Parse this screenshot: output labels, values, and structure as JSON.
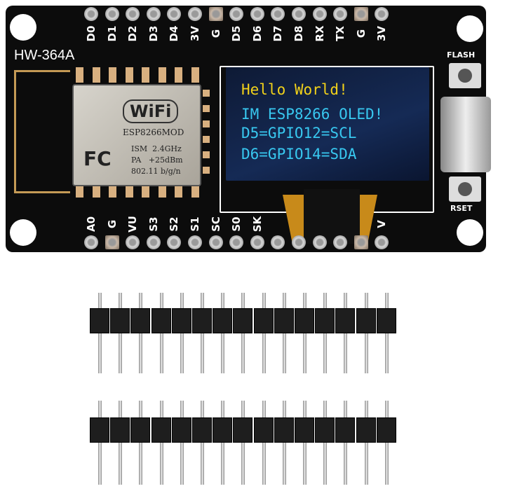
{
  "board": {
    "model": "HW-364A",
    "top_pins": [
      "D0",
      "D1",
      "D2",
      "D3",
      "D4",
      "3V",
      "G",
      "D5",
      "D6",
      "D7",
      "D8",
      "RX",
      "TX",
      "G",
      "3V"
    ],
    "bottom_pins": [
      "A0",
      "G",
      "VU",
      "S3",
      "S2",
      "S1",
      "SC",
      "S0",
      "SK",
      "",
      "",
      "",
      "",
      "",
      "V"
    ],
    "module": {
      "wifi": "WiFi",
      "name": "ESP8266MOD",
      "fc": "FC",
      "ism": "ISM  2.4GHz",
      "pa": "PA   +25dBm",
      "std": "802.11 b/g/n"
    },
    "flash_label": "FLASH",
    "reset_label": "RSET"
  },
  "oled": {
    "lines": [
      {
        "text": "Hello World!",
        "color": "#f2d21a"
      },
      {
        "text": "IM ESP8266 OLED!",
        "color": "#38c8f0"
      },
      {
        "text": "D5=GPIO12=SCL",
        "color": "#38c8f0"
      },
      {
        "text": "D6=GPIO14=SDA",
        "color": "#38c8f0"
      }
    ]
  },
  "headers": {
    "count": 2,
    "pins_each": 15
  }
}
